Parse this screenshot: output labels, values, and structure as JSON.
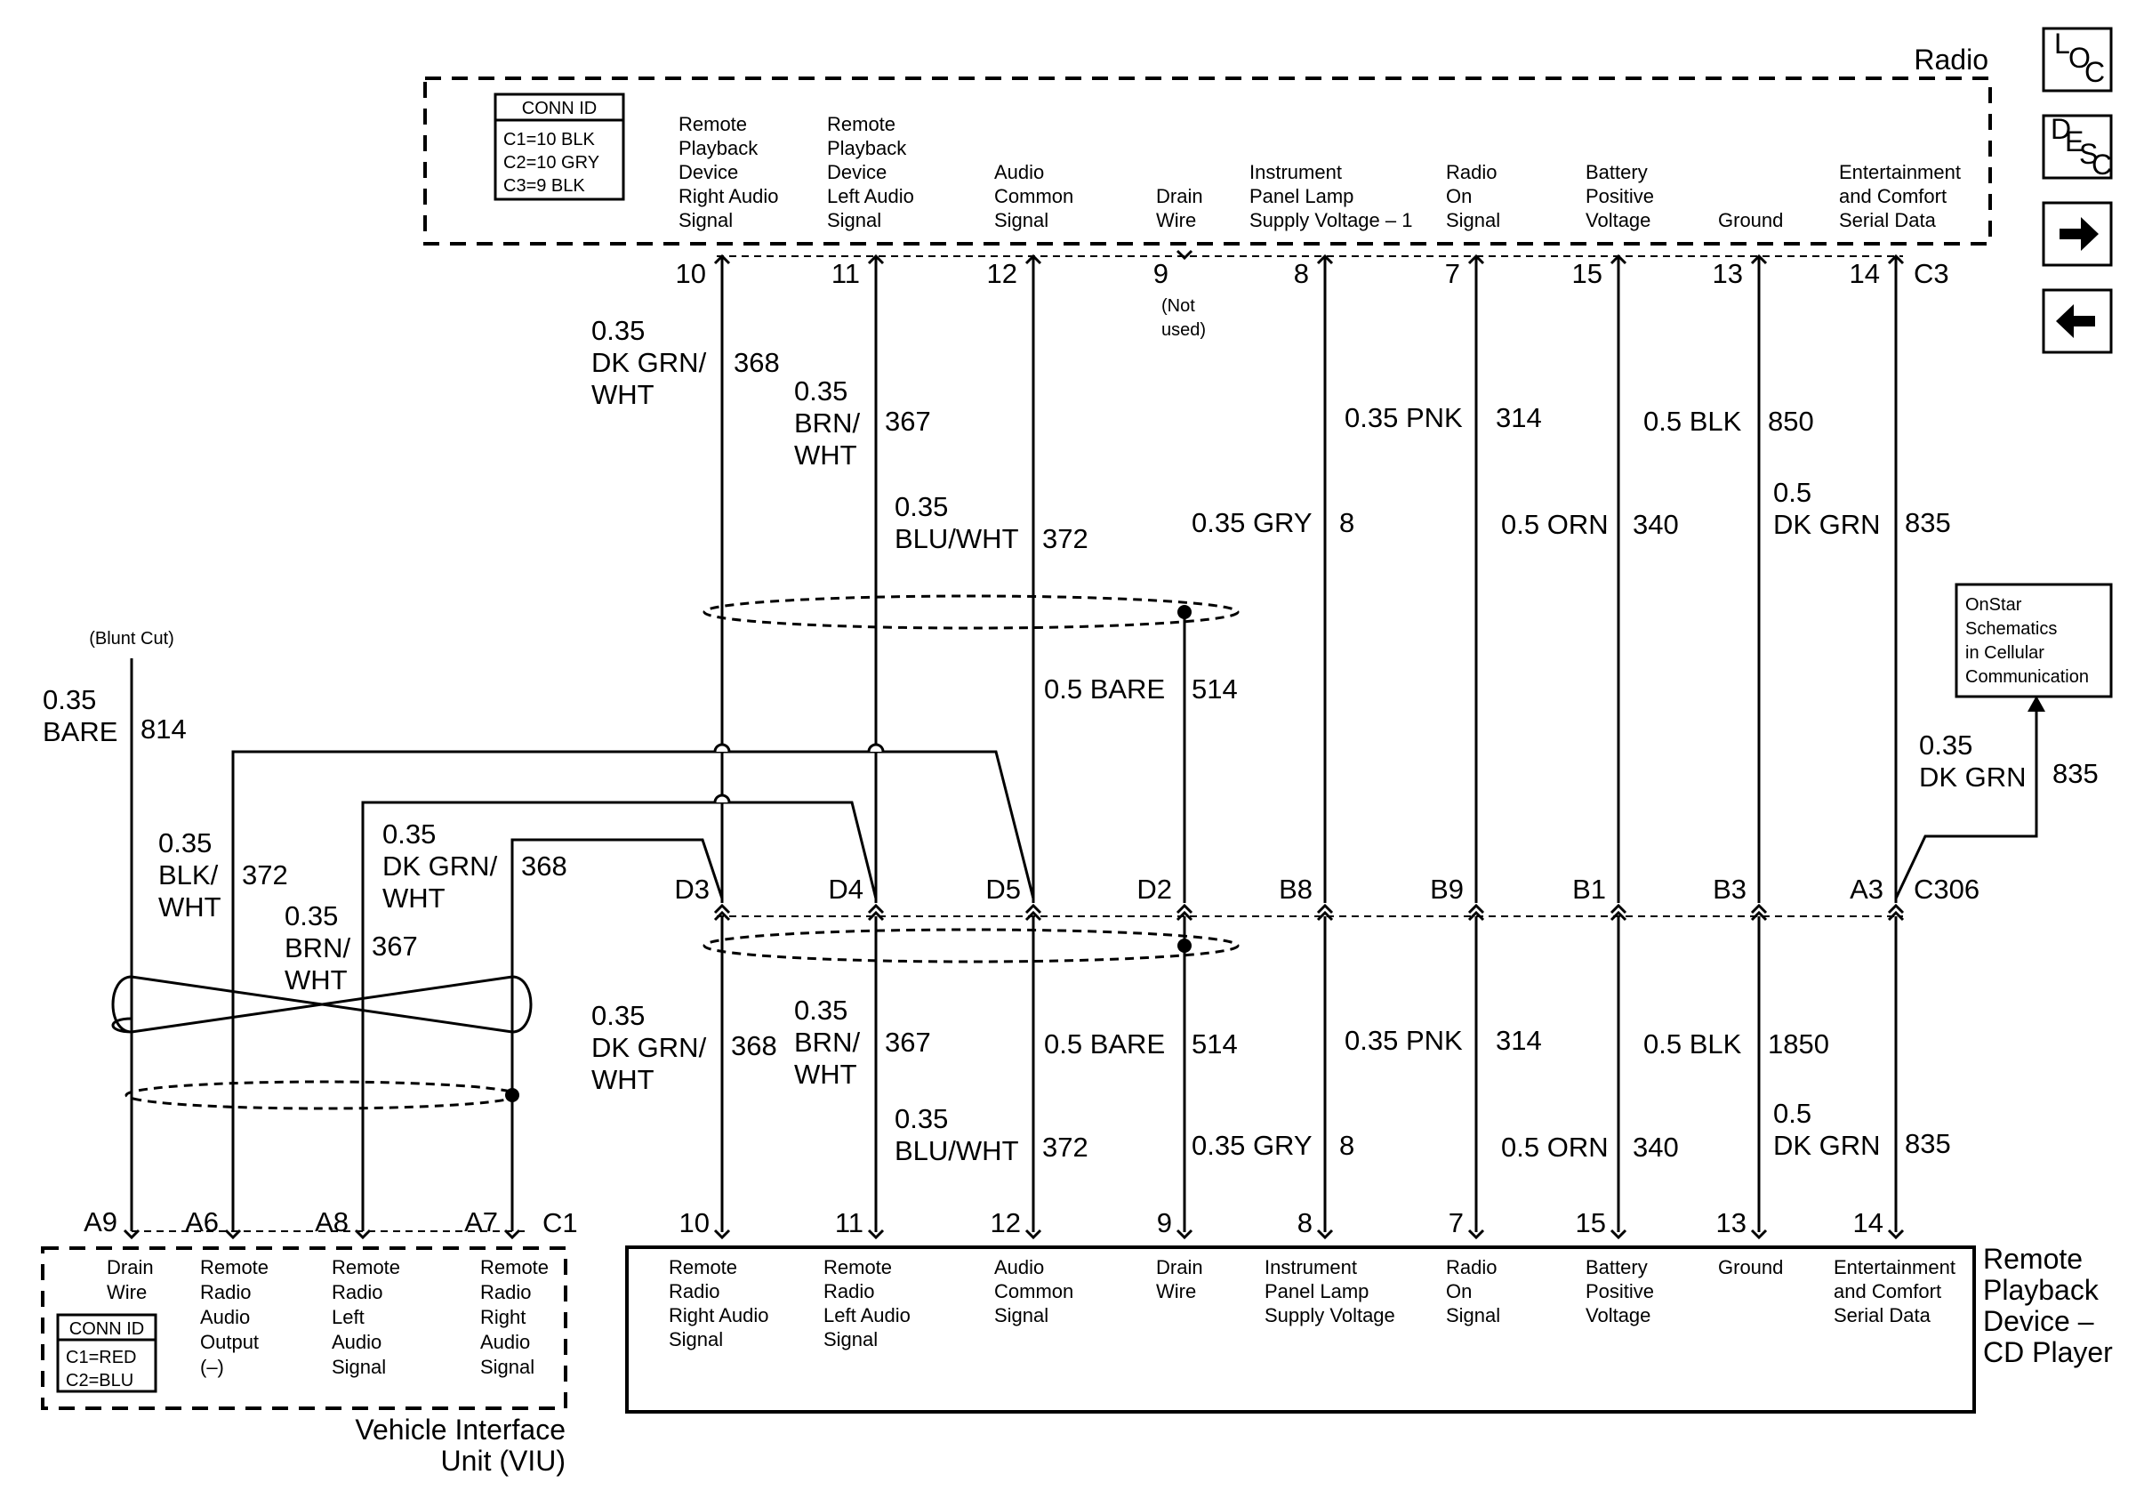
{
  "radio": {
    "title": "Radio",
    "conn_id": {
      "header": "CONN ID",
      "lines": [
        "C1=10 BLK",
        "C2=10 GRY",
        "C3=9 BLK"
      ]
    },
    "connector": "C3",
    "circuits": [
      {
        "desc": [
          "Remote",
          "Playback",
          "Device",
          "Right Audio",
          "Signal"
        ],
        "pin": "10"
      },
      {
        "desc": [
          "Remote",
          "Playback",
          "Device",
          "Left Audio",
          "Signal"
        ],
        "pin": "11"
      },
      {
        "desc": [
          "Audio",
          "Common",
          "Signal"
        ],
        "pin": "12"
      },
      {
        "desc": [
          "Drain",
          "Wire"
        ],
        "pin": "9"
      },
      {
        "desc": [
          "Instrument",
          "Panel Lamp",
          "Supply Voltage – 1"
        ],
        "pin": "8"
      },
      {
        "desc": [
          "Radio",
          "On",
          "Signal"
        ],
        "pin": "7"
      },
      {
        "desc": [
          "Battery",
          "Positive",
          "Voltage"
        ],
        "pin": "15"
      },
      {
        "desc": [
          "Ground"
        ],
        "pin": "13"
      },
      {
        "desc": [
          "Entertainment",
          "and Comfort",
          "Serial Data"
        ],
        "pin": "14"
      }
    ],
    "not_used": [
      "(Not",
      "used)"
    ]
  },
  "upper_wires": [
    {
      "spec": [
        "0.35",
        "DK GRN/",
        "WHT"
      ],
      "num": "368"
    },
    {
      "spec": [
        "0.35",
        "BRN/",
        "WHT"
      ],
      "num": "367"
    },
    {
      "spec": [
        "0.35",
        "BLU/WHT"
      ],
      "num": "372"
    },
    {
      "spec": [
        "0.35 GRY"
      ],
      "num": "8"
    },
    {
      "spec": [
        "0.35 PNK"
      ],
      "num": "314"
    },
    {
      "spec": [
        "0.5 ORN"
      ],
      "num": "340"
    },
    {
      "spec": [
        "0.5 BLK"
      ],
      "num": "850"
    },
    {
      "spec": [
        "0.5",
        "DK GRN"
      ],
      "num": "835"
    },
    {
      "spec": [
        "0.5 BARE"
      ],
      "num": "514"
    }
  ],
  "lower_wires": [
    {
      "spec": [
        "0.35",
        "DK GRN/",
        "WHT"
      ],
      "num": "368"
    },
    {
      "spec": [
        "0.35",
        "BRN/",
        "WHT"
      ],
      "num": "367"
    },
    {
      "spec": [
        "0.35",
        "BLU/WHT"
      ],
      "num": "372"
    },
    {
      "spec": [
        "0.5 BARE"
      ],
      "num": "514"
    },
    {
      "spec": [
        "0.35 GRY"
      ],
      "num": "8"
    },
    {
      "spec": [
        "0.35 PNK"
      ],
      "num": "314"
    },
    {
      "spec": [
        "0.5 ORN"
      ],
      "num": "340"
    },
    {
      "spec": [
        "0.5 BLK"
      ],
      "num": "1850"
    },
    {
      "spec": [
        "0.5",
        "DK GRN"
      ],
      "num": "835"
    }
  ],
  "c306": {
    "connector": "C306",
    "pins": [
      "D3",
      "D4",
      "D5",
      "D2",
      "B8",
      "B9",
      "B1",
      "B3",
      "A3"
    ]
  },
  "onstar": {
    "box": [
      "OnStar",
      "Schematics",
      "in Cellular",
      "Communication"
    ],
    "wire": {
      "spec": [
        "0.35",
        "DK GRN"
      ],
      "num": "835"
    }
  },
  "viu": {
    "title": [
      "Vehicle Interface",
      "Unit (VIU)"
    ],
    "connector": "C1",
    "conn_id": {
      "header": "CONN ID",
      "lines": [
        "C1=RED",
        "C2=BLU"
      ]
    },
    "blunt_cut": "(Blunt Cut)",
    "pins": [
      {
        "pin": "A9",
        "desc": [
          "Drain",
          "Wire"
        ]
      },
      {
        "pin": "A6",
        "desc": [
          "Remote",
          "Radio",
          "Audio",
          "Output",
          "(–)"
        ]
      },
      {
        "pin": "A8",
        "desc": [
          "Remote",
          "Radio",
          "Left",
          "Audio",
          "Signal"
        ]
      },
      {
        "pin": "A7",
        "desc": [
          "Remote",
          "Radio",
          "Right",
          "Audio",
          "Signal"
        ]
      }
    ],
    "wires": [
      {
        "spec": [
          "0.35",
          "BARE"
        ],
        "num": "814"
      },
      {
        "spec": [
          "0.35",
          "BLK/",
          "WHT"
        ],
        "num": "372"
      },
      {
        "spec": [
          "0.35",
          "BRN/",
          "WHT"
        ],
        "num": "367"
      },
      {
        "spec": [
          "0.35",
          "DK GRN/",
          "WHT"
        ],
        "num": "368"
      }
    ]
  },
  "cd_player": {
    "title": [
      "Remote",
      "Playback",
      "Device –",
      "CD Player"
    ],
    "circuits": [
      {
        "desc": [
          "Remote",
          "Radio",
          "Right Audio",
          "Signal"
        ],
        "pin": "10"
      },
      {
        "desc": [
          "Remote",
          "Radio",
          "Left Audio",
          "Signal"
        ],
        "pin": "11"
      },
      {
        "desc": [
          "Audio",
          "Common",
          "Signal"
        ],
        "pin": "12"
      },
      {
        "desc": [
          "Drain",
          "Wire"
        ],
        "pin": "9"
      },
      {
        "desc": [
          "Instrument",
          "Panel Lamp",
          "Supply Voltage"
        ],
        "pin": "8"
      },
      {
        "desc": [
          "Radio",
          "On",
          "Signal"
        ],
        "pin": "7"
      },
      {
        "desc": [
          "Battery",
          "Positive",
          "Voltage"
        ],
        "pin": "15"
      },
      {
        "desc": [
          "Ground"
        ],
        "pin": "13"
      },
      {
        "desc": [
          "Entertainment",
          "and Comfort",
          "Serial Data"
        ],
        "pin": "14"
      }
    ]
  },
  "nav": {
    "loc": [
      "L",
      "O",
      "C"
    ],
    "desc": [
      "D",
      "E",
      "S",
      "C"
    ],
    "next_icon": "arrow-right-icon",
    "prev_icon": "arrow-left-icon"
  }
}
